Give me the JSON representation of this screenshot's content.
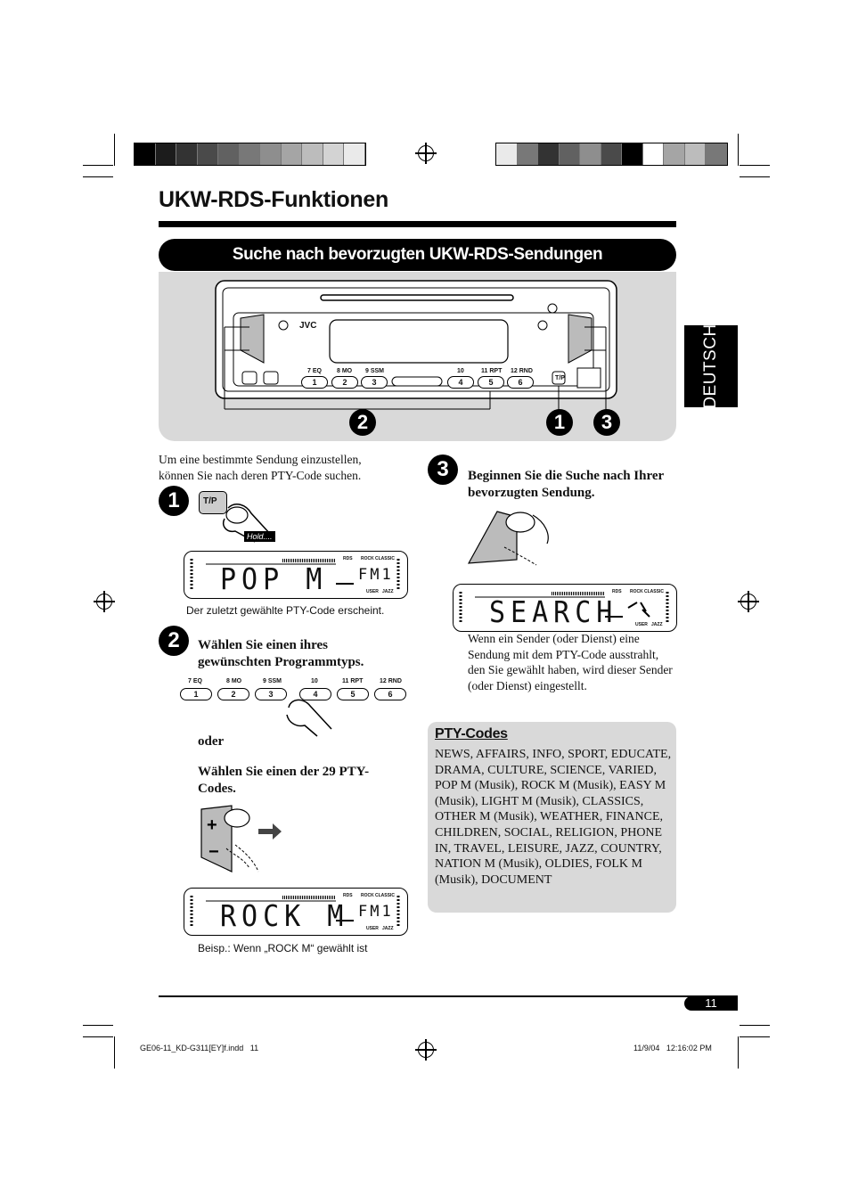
{
  "header": {
    "title": "UKW-RDS-Funktionen",
    "section_title": "Suche nach bevorzugten UKW-RDS-Sendungen",
    "side_tab": "DEUTSCH"
  },
  "diagram": {
    "brand": "JVC",
    "callouts": [
      "2",
      "1",
      "3"
    ]
  },
  "intro": "Um eine bestimmte Sendung einzustellen, können Sie nach deren PTY-Code suchen.",
  "step1": {
    "number": "1",
    "button_label": "T/P",
    "hold_label": "Hold....",
    "display_main": "POP M",
    "display_band": "FM1",
    "caption": "Der zuletzt gewählte PTY-Code erscheint."
  },
  "step2": {
    "number": "2",
    "instruction": "Wählen Sie einen ihres gewünschten Programmtyps.",
    "preset_labels": [
      "7 EQ",
      "8 MO",
      "9 SSM",
      "10",
      "11 RPT",
      "12 RND"
    ],
    "preset_numbers": [
      "1",
      "2",
      "3",
      "4",
      "5",
      "6"
    ],
    "or_text": "oder",
    "instruction_alt": "Wählen Sie einen der 29 PTY-Codes.",
    "display_main": "ROCK M",
    "display_band": "FM1",
    "caption": "Beisp.: Wenn „ROCK M“ gewählt ist"
  },
  "step3": {
    "number": "3",
    "instruction": "Beginnen Sie die Suche nach Ihrer bevorzugten Sendung.",
    "display_main": "SEARCH",
    "description": "Wenn ein Sender (oder Dienst) eine Sendung mit dem PTY-Code ausstrahlt, den Sie gewählt haben, wird dieser Sender (oder Dienst) eingestellt."
  },
  "display_indicators": {
    "rock": "ROCK",
    "classic": "CLASSIC",
    "jazz": "JAZZ",
    "user": "USER",
    "rds": "RDS"
  },
  "pty_codes": {
    "title": "PTY-Codes",
    "text": "NEWS, AFFAIRS, INFO, SPORT, EDUCATE, DRAMA, CULTURE, SCIENCE, VARIED, POP M (Musik), ROCK M (Musik), EASY M (Musik), LIGHT M (Musik), CLASSICS, OTHER M (Musik), WEATHER, FINANCE, CHILDREN, SOCIAL, RELIGION, PHONE IN, TRAVEL, LEISURE, JAZZ, COUNTRY, NATION M (Musik), OLDIES, FOLK M (Musik), DOCUMENT"
  },
  "footer": {
    "page_number": "11",
    "file_name": "GE06-11_KD-G311[EY]f.indd   11",
    "timestamp": "11/9/04   12:16:02 PM"
  },
  "colors": {
    "gray_panel": "#d9d9d9",
    "black": "#000000"
  }
}
